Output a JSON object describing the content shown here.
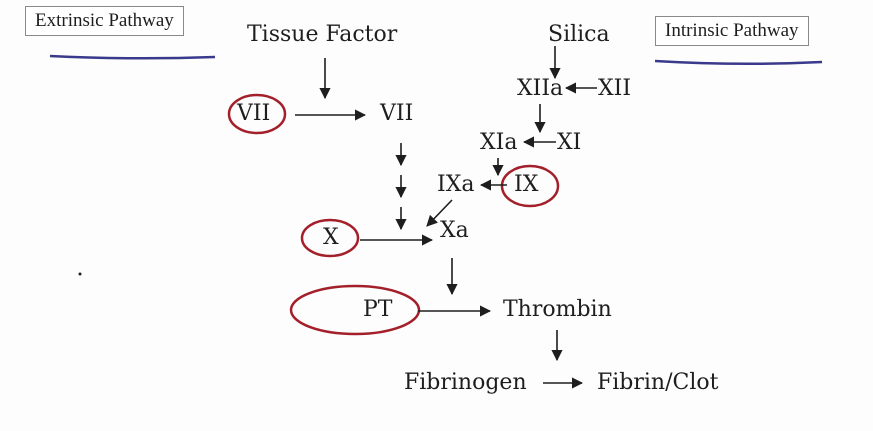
{
  "pathways": {
    "extrinsic": "Extrinsic Pathway",
    "intrinsic": "Intrinsic Pathway"
  },
  "nodes": {
    "tissue_factor": "Tissue Factor",
    "silica": "Silica",
    "xiia": "XIIa",
    "xii": "XII",
    "vii_left": "VII",
    "vii_right": "VII",
    "xia": "XIa",
    "xi": "XI",
    "ixa": "IXa",
    "ix": "IX",
    "x": "X",
    "xa": "Xa",
    "pt": "PT",
    "thrombin": "Thrombin",
    "fibrinogen": "Fibrinogen",
    "fibrin_clot": "Fibrin/Clot"
  },
  "colors": {
    "circle": "#a3202a",
    "underline": "#3a3a8c",
    "arrow": "#1e1e1e"
  }
}
